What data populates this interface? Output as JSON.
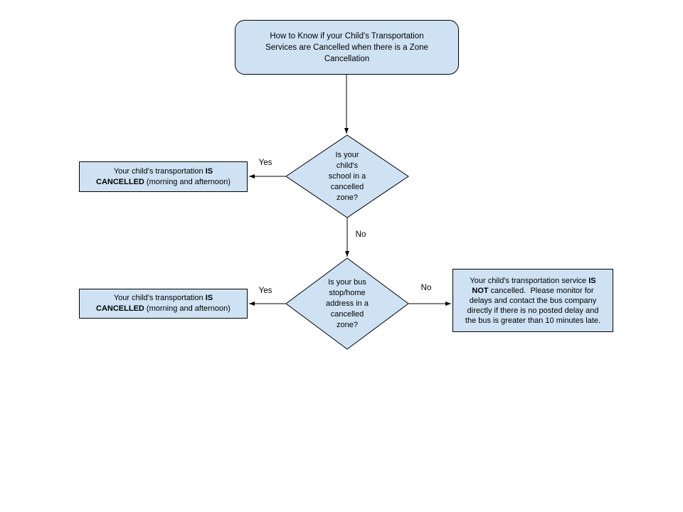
{
  "colors": {
    "shape_fill": "#cfe2f3",
    "shape_border": "#000000",
    "text": "#000000",
    "background": "#ffffff"
  },
  "flowchart": {
    "title": {
      "lines": [
        "How to Know if your Child's Transportation",
        "Services are Cancelled when there is a Zone",
        "Cancellation"
      ]
    },
    "decision_school": {
      "lines": [
        "Is your",
        "child's",
        "school in a",
        "cancelled",
        "zone?"
      ]
    },
    "decision_bus_stop": {
      "lines": [
        "Is your bus",
        "stop/home",
        "address in a",
        "cancelled",
        "zone?"
      ]
    },
    "outcome_cancelled_top": {
      "line1_normal": "Your child's transportation ",
      "line1_bold": "IS",
      "line2_bold": "CANCELLED",
      "line2_normal": " (morning and afternoon)"
    },
    "outcome_cancelled_bottom": {
      "line1_normal": "Your child's transportation ",
      "line1_bold": "IS",
      "line2_bold": "CANCELLED",
      "line2_normal": " (morning and afternoon)"
    },
    "outcome_not_cancelled": {
      "line1_normal": "Your child's transportation service ",
      "line1_bold": "IS",
      "line2_bold": "NOT",
      "line2_normal": " cancelled.  Please monitor for",
      "line3": "delays and contact the bus company",
      "line4": "directly if there is no posted delay and",
      "line5": "the bus is greater than 10 minutes late."
    },
    "edge_labels": {
      "yes_school": "Yes",
      "no_school": "No",
      "yes_bus_stop": "Yes",
      "no_bus_stop": "No"
    }
  }
}
